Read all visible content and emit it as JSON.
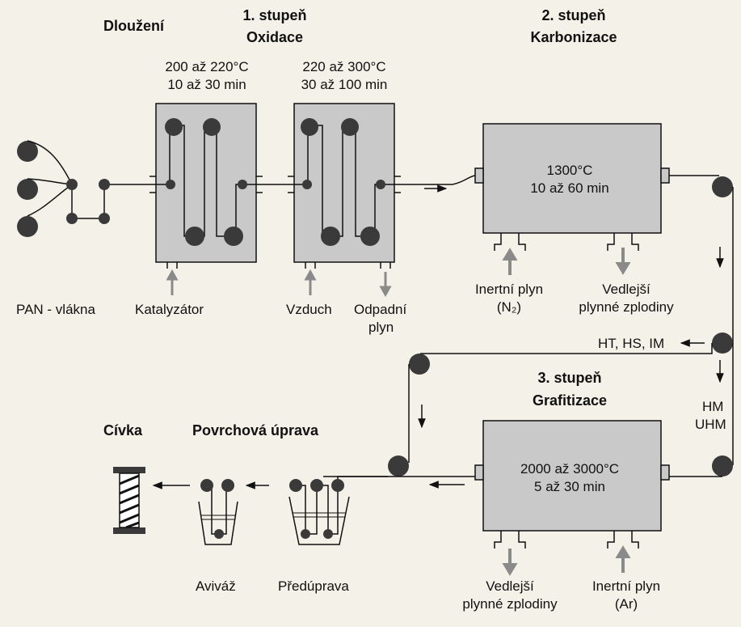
{
  "stages": {
    "drawing": "Dloužení",
    "stage1_title": "1. stupeň",
    "stage1_name": "Oxidace",
    "stage2_title": "2. stupeň",
    "stage2_name": "Karbonizace",
    "stage3_title": "3. stupeň",
    "stage3_name": "Grafitizace",
    "coil": "Cívka",
    "surface": "Povrchová úprava"
  },
  "ovens": {
    "ox1_temp": "200 až 220°C",
    "ox1_time": "10 až 30 min",
    "ox2_temp": "220 až 300°C",
    "ox2_time": "30 až 100 min"
  },
  "furnaces": {
    "carb_temp": "1300°C",
    "carb_time": "10 až 60 min",
    "graf_temp": "2000 až 3000°C",
    "graf_time": "5 až 30 min"
  },
  "labels": {
    "pan": "PAN - vlákna",
    "catalyst": "Katalyzátor",
    "air": "Vzduch",
    "waste_1": "Odpadní",
    "waste_2": "plyn",
    "inert_n2_1": "Inertní plyn",
    "inert_n2_2": "(N₂)",
    "byproducts_1": "Vedlejší",
    "byproducts_2": "plynné zplodiny",
    "fiber_types_1": "HT, HS, IM",
    "fiber_types_2a": "HM",
    "fiber_types_2b": "UHM",
    "byproducts3_1": "Vedlejší",
    "byproducts3_2": "plynné zplodiny",
    "inert_ar_1": "Inertní plyn",
    "inert_ar_2": "(Ar)",
    "softener": "Aviváž",
    "pretreat": "Předúprava"
  },
  "colors": {
    "box_fill": "#c9c9c9",
    "roller": "#3a3a3a",
    "line": "#111111",
    "arrow_gas": "#8a8a8a",
    "background": "#f4f1e8"
  }
}
